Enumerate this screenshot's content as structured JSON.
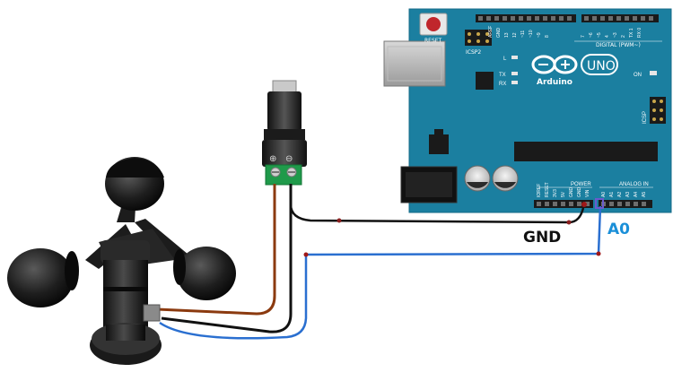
{
  "board": {
    "name": "Arduino",
    "model": "UNO",
    "reset_label": "RESET",
    "icsp2_label": "ICSP2",
    "icsp_label": "ICSP",
    "on_label": "ON",
    "tx_label": "TX",
    "rx_label": "RX",
    "l_label": "L",
    "digital_label": "DIGITAL (PWM~)",
    "aref_label": "AREF",
    "gnd_top_label": "GND",
    "power_label": "POWER",
    "analog_label": "ANALOG IN",
    "digital_pins": [
      "13",
      "12",
      "~11",
      "~10",
      "~9",
      "8",
      "7",
      "~6",
      "~5",
      "4",
      "~3",
      "2",
      "TX 1",
      "RX 0"
    ],
    "power_pins": [
      "IOREF",
      "RESET",
      "3V3",
      "5V",
      "GND",
      "GND",
      "VIN"
    ],
    "analog_pins": [
      "A0",
      "A1",
      "A2",
      "A3",
      "A4",
      "A5"
    ]
  },
  "connections": {
    "gnd_label": "GND",
    "a0_label": "A0"
  },
  "terminal": {
    "plus": "⊕",
    "minus": "⊖"
  },
  "colors": {
    "board": "#1b7fa0",
    "wire_brown": "#8b3a0f",
    "wire_black": "#111111",
    "wire_blue": "#2a6fd0",
    "a0_text": "#1a8fd8",
    "gnd_text": "#111111",
    "terminal_green": "#1f9a4a"
  }
}
